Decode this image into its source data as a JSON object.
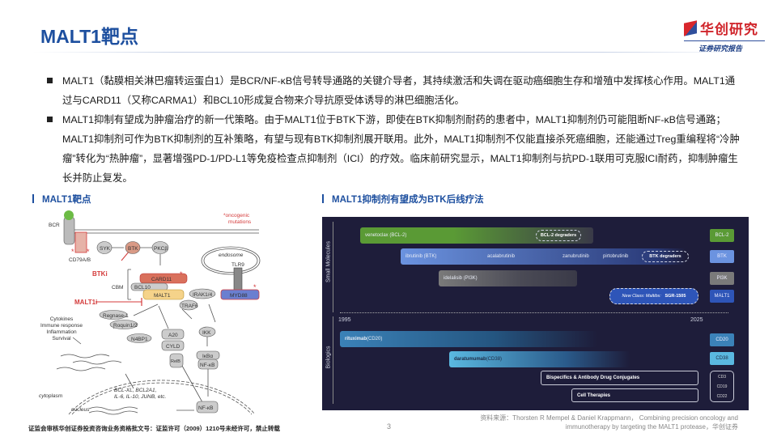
{
  "header": {
    "title": "MALT1靶点",
    "logo_name": "华创研究",
    "logo_sub": "证券研究报告"
  },
  "bullets": [
    "MALT1（黏膜相关淋巴瘤转运蛋白1）是BCR/NF-κB信号转导通路的关键介导者，其持续激活和失调在驱动癌细胞生存和增殖中发挥核心作用。MALT1通过与CARD11（又称CARMA1）和BCL10形成复合物来介导抗原受体诱导的淋巴细胞活化。",
    "MALT1抑制有望成为肿瘤治疗的新一代策略。由于MALT1位于BTK下游，即使在BTK抑制剂耐药的患者中，MALT1抑制剂仍可能阻断NF-κB信号通路；MALT1抑制剂可作为BTK抑制剂的互补策略，有望与现有BTK抑制剂展开联用。此外，MALT1抑制剂不仅能直接杀死癌细胞，还能通过Treg重编程将“冷肿瘤”转化为“热肿瘤”，显著增强PD-1/PD-L1等免疫检查点抑制剂（ICI）的疗效。临床前研究显示，MALT1抑制剂与抗PD-1联用可克服ICI耐药，抑制肿瘤生长并防止复发。"
  ],
  "sections": {
    "left": "MALT1靶点",
    "right": "MALT1抑制剂有望成为BTK后线疗法"
  },
  "pathway": {
    "bcr": "BCR",
    "cd79": "CD79A/B",
    "syk": "SYK",
    "btk": "BTK",
    "pkc": "PKCβ",
    "oncogenic": "*oncogenic",
    "mutations": "mutations",
    "btki": "BTKi",
    "card11": "CARD11",
    "bcl10": "BCL10",
    "malt1": "MALT1",
    "cbm": "CBM",
    "malt1i": "MALT1i",
    "endosome": "endosome",
    "tlr9": "TLR9",
    "irak": "IRAK1/4",
    "myd88": "MYD88",
    "traf6": "TRAF6",
    "regnase": "Regnase-1",
    "roquin": "Roquin1/2",
    "n4bp1": "N4BP1",
    "outcomes": [
      "Cytokines",
      "Immune response",
      "Inflammation",
      "Survival"
    ],
    "a20": "A20",
    "cyld": "CYLD",
    "relb": "RelB",
    "ikk": "IKK",
    "ikba": "IκBα",
    "nfkb": "NF-κB",
    "genes1": "BCL-XL, BCL2A1,",
    "genes2": "IL-6, IL-10, JUNB, etc.",
    "cytoplasm": "cytoplasm",
    "nucleus": "nucleus",
    "star": "*"
  },
  "timeline": {
    "group_small": "Small Molecules",
    "group_bio": "Biologics",
    "year_start": "1995",
    "year_end": "2025",
    "venetoclax": "venetoclax (BCL-2)",
    "bcl2_degraders": "BCL-2 degraders",
    "ibrutinib": "ibrutinib (BTK)",
    "acalabrutinib": "acalabrutinib",
    "zanubrutinib": "zanubrutinib",
    "pirtobrutinib": "pirtobrutinib",
    "btk_degraders": "BTK degraders",
    "idelalisib": "idelalisib (PI3K)",
    "new_class": "New Class: Maltibs:",
    "sgr": "SGR-1505",
    "rituximab": "rituximab",
    "rituximab_target": " (CD20)",
    "daratumumab": "daratumumab",
    "daratumumab_target": " (CD38)",
    "bispecifics": "Bispecifics & Antibody Drug Conjugates",
    "cell": "Cell Therapies",
    "tags": [
      "BCL-2",
      "BTK",
      "PI3K",
      "MALT1",
      "CD20",
      "CD38"
    ],
    "cd_tags": [
      "CD3",
      "CD19",
      "CD22"
    ],
    "colors": {
      "bcl2": "#5a9a35",
      "btk": "#6b93e0",
      "pi3k": "#7a7a7a",
      "malt1": "#2e55b8",
      "cd20": "#3b82b8",
      "cd38": "#5ab8e0"
    }
  },
  "footer": {
    "disclaimer": "证监会审核华创证券投资咨询业务资格批文号：证监许可（2009）1210号未经许可，禁止转载",
    "page": "3",
    "source1": "资料来源：Thorsten R Mempel & Daniel Krappmann， Combining precision oncology and",
    "source2": "immunotherapy by targeting the MALT1 protease，华创证券"
  }
}
